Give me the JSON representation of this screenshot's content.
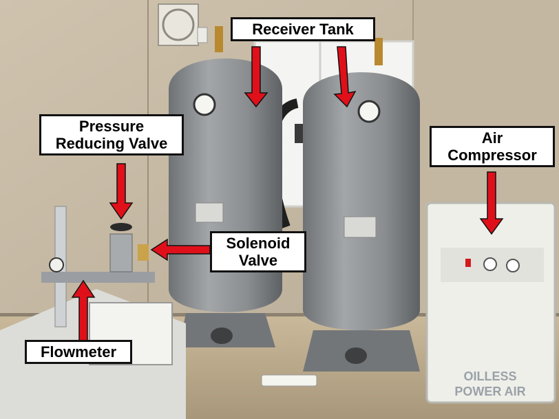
{
  "labels": {
    "receiver_tank": "Receiver Tank",
    "pressure_reducing_valve": [
      "Pressure",
      "Reducing Valve"
    ],
    "air_compressor": [
      "Air",
      "Compressor"
    ],
    "solenoid_valve": [
      "Solenoid",
      "Valve"
    ],
    "flowmeter": "Flowmeter"
  },
  "compressor_print": [
    "OILLESS",
    "POWER AIR"
  ],
  "colors": {
    "arrow": "#e0101a",
    "label_border": "#111111",
    "tank": "#8c8f92",
    "wall": "#bfb3a0"
  }
}
